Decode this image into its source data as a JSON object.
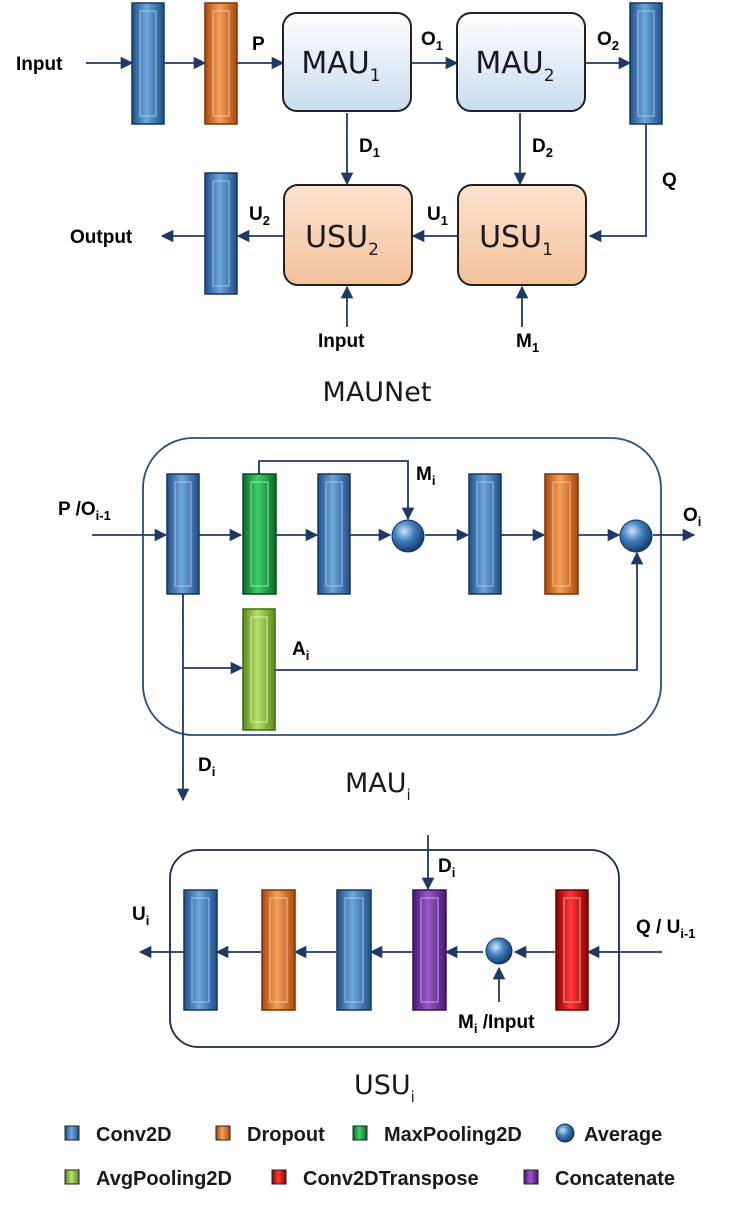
{
  "colors": {
    "conv2d": "#3f7fc0",
    "dropout": "#e87722",
    "maxpool": "#1f9e3f",
    "avgpool": "#8cc63f",
    "conv2dtranspose": "#e01010",
    "concatenate": "#7030a0",
    "average": "#2e75b6",
    "mau_box": "#dceaf6",
    "usu_box": "#f8cfb0",
    "arrow": "#1f3864"
  },
  "icons": {
    "block": "3d-bevel-rectangle",
    "average": "sphere"
  },
  "top": {
    "input_label": "Input",
    "output_label": "Output",
    "p_label": "P",
    "o1": {
      "base": "O",
      "sub": "1"
    },
    "o2": {
      "base": "O",
      "sub": "2"
    },
    "q_label": "Q",
    "d1": {
      "base": "D",
      "sub": "1"
    },
    "d2": {
      "base": "D",
      "sub": "2"
    },
    "u1": {
      "base": "U",
      "sub": "1"
    },
    "u2": {
      "base": "U",
      "sub": "2"
    },
    "m1": {
      "base": "M",
      "sub": "1"
    },
    "bottom_input_label": "Input",
    "mau1": {
      "base": "MAU",
      "sub": "1"
    },
    "mau2": {
      "base": "MAU",
      "sub": "2"
    },
    "usu1": {
      "base": "USU",
      "sub": "1"
    },
    "usu2": {
      "base": "USU",
      "sub": "2"
    },
    "caption": "MAUNet"
  },
  "mau": {
    "input": {
      "base": "P /O",
      "sub": "i-1"
    },
    "mi": {
      "base": "M",
      "sub": "i"
    },
    "oi": {
      "base": "O",
      "sub": "i"
    },
    "ai": {
      "base": "A",
      "sub": "i"
    },
    "di": {
      "base": "D",
      "sub": "i"
    },
    "caption": {
      "base": "MAU",
      "sub": "i"
    }
  },
  "usu": {
    "ui": {
      "base": "U",
      "sub": "i"
    },
    "di": {
      "base": "D",
      "sub": "i"
    },
    "input_right": {
      "base": "Q / U",
      "sub": "i-1"
    },
    "input_bottom": {
      "base": "M",
      "sub": "i",
      "rest": " /Input"
    },
    "caption": {
      "base": "USU",
      "sub": "i"
    }
  },
  "legend": [
    {
      "label": "Conv2D",
      "color_key": "conv2d",
      "shape": "square"
    },
    {
      "label": "Dropout",
      "color_key": "dropout",
      "shape": "square"
    },
    {
      "label": "MaxPooling2D",
      "color_key": "maxpool",
      "shape": "square"
    },
    {
      "label": "Average",
      "color_key": "average",
      "shape": "circle"
    },
    {
      "label": "AvgPooling2D",
      "color_key": "avgpool",
      "shape": "square"
    },
    {
      "label": "Conv2DTranspose",
      "color_key": "conv2dtranspose",
      "shape": "square"
    },
    {
      "label": "Concatenate",
      "color_key": "concatenate",
      "shape": "square"
    }
  ]
}
